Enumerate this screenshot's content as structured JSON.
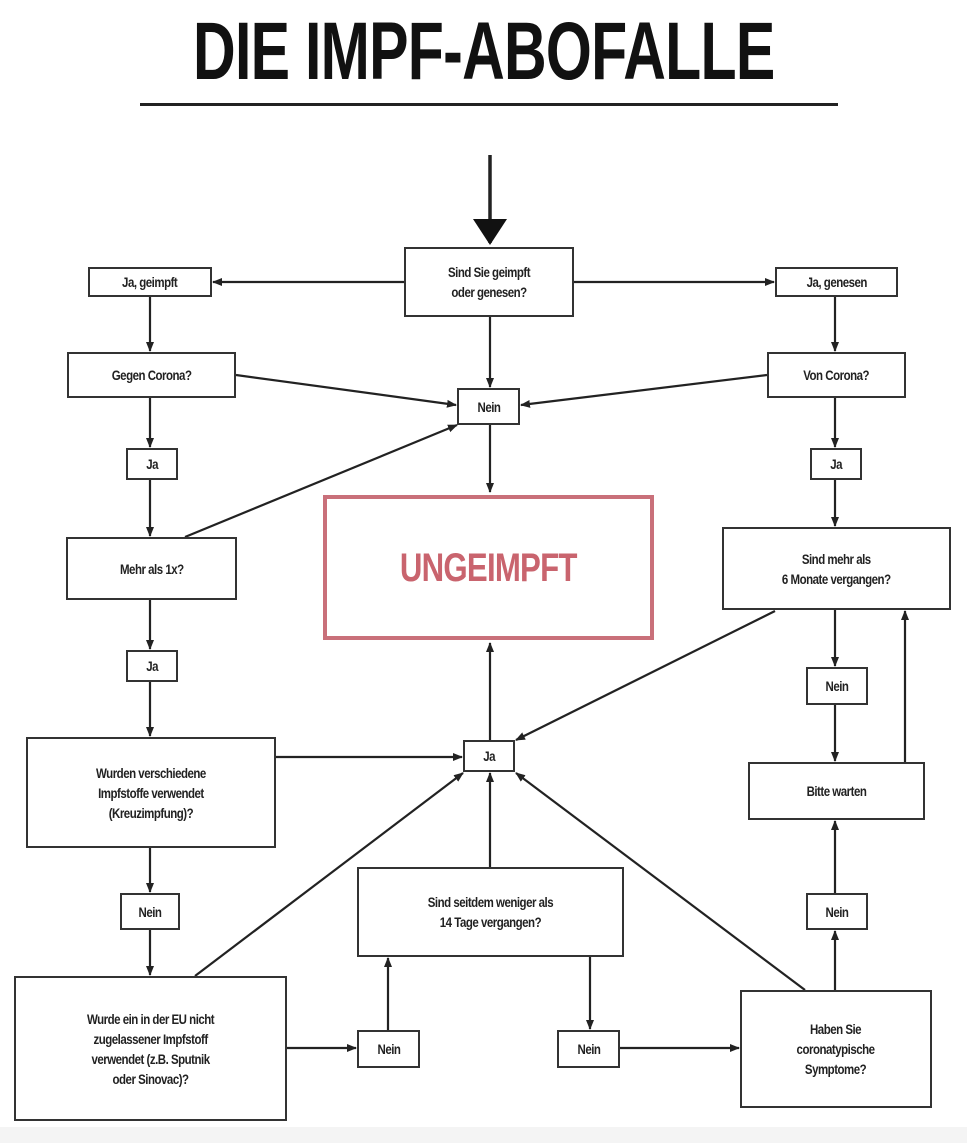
{
  "title": "DIE IMPF-ABOFALLE",
  "colors": {
    "result_accent": "#c9646e",
    "line": "#222222"
  },
  "nodes": {
    "start": "Sind Sie geimpft\noder genesen?",
    "ja_geimpft": "Ja, geimpft",
    "ja_genesen": "Ja, genesen",
    "gegen_corona": "Gegen Corona?",
    "von_corona": "Von Corona?",
    "nein_center": "Nein",
    "ja_left_1": "Ja",
    "ja_right_1": "Ja",
    "result": "UNGEIMPFT",
    "mehr_als_1x": "Mehr als 1x?",
    "sechs_monate": "Sind mehr als\n6 Monate vergangen?",
    "ja_left_2": "Ja",
    "nein_right_1": "Nein",
    "kreuzimpfung": "Wurden verschiedene\nImpfstoffe verwendet\n(Kreuzimpfung)?",
    "ja_center": "Ja",
    "bitte_warten": "Bitte warten",
    "nein_left_1": "Nein",
    "vierzehn_tage": "Sind seitdem weniger als\n14 Tage vergangen?",
    "nein_right_2": "Nein",
    "eu_impfstoff": "Wurde ein in der EU nicht\nzugelassener Impfstoff\nverwendet (z.B. Sputnik\noder Sinovac)?",
    "nein_bottom_1": "Nein",
    "nein_bottom_2": "Nein",
    "symptome": "Haben Sie\ncoronatypische\nSymptome?"
  }
}
